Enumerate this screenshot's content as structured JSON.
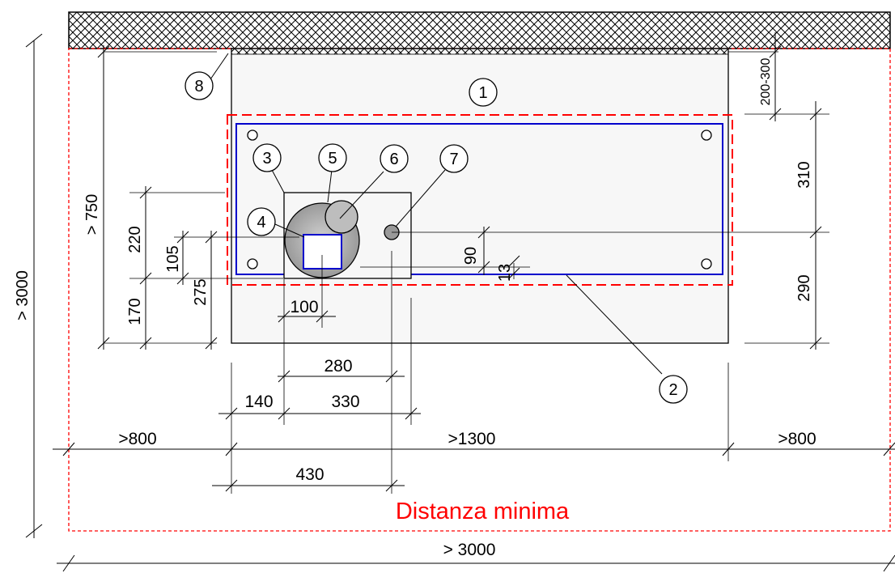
{
  "diagram": {
    "callouts": [
      "1",
      "2",
      "3",
      "4",
      "5",
      "6",
      "7",
      "8"
    ],
    "dimensions": {
      "total_depth": "> 3000",
      "total_width": "> 3000",
      "left_clearance": ">800",
      "central_width": ">1300",
      "right_clearance": ">800",
      "front_clearance": "> 750",
      "wall_gap": "200-300",
      "front_to_axis": "310",
      "axis_to_back": "290",
      "offset_220": "220",
      "offset_170": "170",
      "offset_105": "105",
      "offset_275": "275",
      "offset_90": "90",
      "offset_13": "13",
      "width_100": "100",
      "width_280": "280",
      "width_140": "140",
      "width_330": "330",
      "width_430": "430"
    },
    "legend_text": "Distanza minima",
    "colors": {
      "lines": "#000000",
      "minimum_distance": "#ff0000",
      "inner_frame": "#0000cc",
      "platform_fill": "#f7f7f7",
      "burner_fill": "#bbbbbb"
    }
  }
}
